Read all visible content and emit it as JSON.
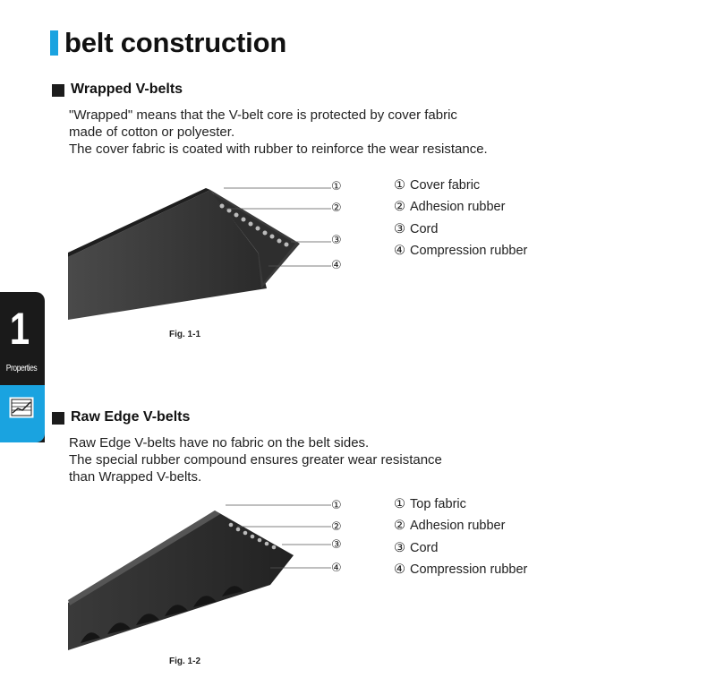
{
  "page_title": "belt construction",
  "side_tab": {
    "number": "1",
    "label": "Properties",
    "icon": "chart-book-icon"
  },
  "colors": {
    "accent": "#1aa3e0",
    "tab_dark": "#1a1a1a",
    "belt": "#2b2b2b"
  },
  "sections": [
    {
      "title": "Wrapped V-belts",
      "paragraph": [
        "\"Wrapped\" means that the V-belt core is protected by cover fabric",
        "made of cotton or polyester.",
        "The cover fabric is coated with rubber to reinforce the wear resistance."
      ],
      "legend": [
        {
          "num": "①",
          "label": "Cover fabric"
        },
        {
          "num": "②",
          "label": "Adhesion rubber"
        },
        {
          "num": "③",
          "label": "Cord"
        },
        {
          "num": "④",
          "label": "Compression rubber"
        }
      ],
      "callouts": [
        "①",
        "②",
        "③",
        "④"
      ],
      "figure_caption": "Fig. 1-1"
    },
    {
      "title": "Raw Edge V-belts",
      "paragraph": [
        "Raw Edge V-belts have no fabric on the belt sides.",
        "The special rubber compound ensures greater wear resistance",
        "than Wrapped V-belts."
      ],
      "legend": [
        {
          "num": "①",
          "label": "Top fabric"
        },
        {
          "num": "②",
          "label": "Adhesion rubber"
        },
        {
          "num": "③",
          "label": "Cord"
        },
        {
          "num": "④",
          "label": "Compression rubber"
        }
      ],
      "callouts": [
        "①",
        "②",
        "③",
        "④"
      ],
      "figure_caption": "Fig. 1-2"
    }
  ]
}
